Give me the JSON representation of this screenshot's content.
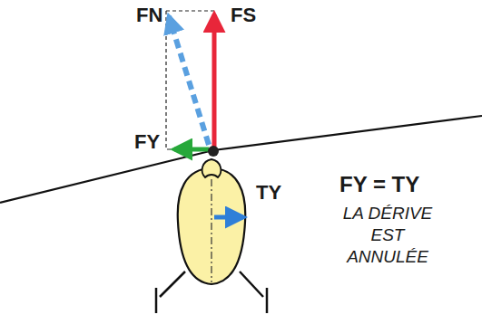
{
  "diagram": {
    "labels": [
      "FN",
      "FS",
      "FY",
      "TY",
      "FY = TY",
      "LA DÉRIVE EST ANNULÉE"
    ]
  }
}
